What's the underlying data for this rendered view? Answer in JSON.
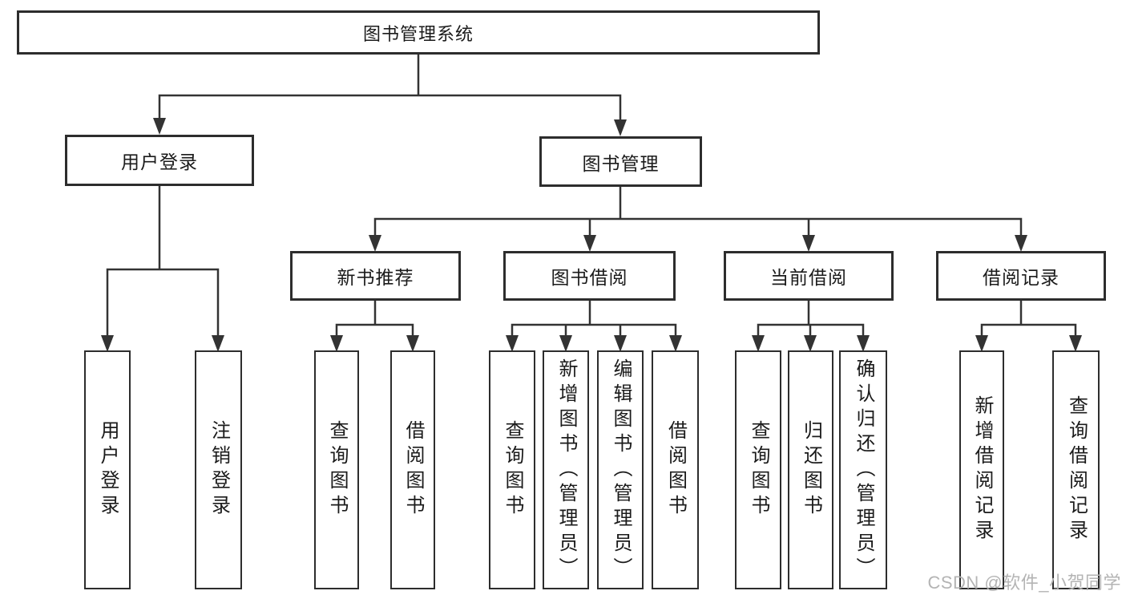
{
  "diagram": {
    "root": {
      "label": "图书管理系统"
    },
    "level2": [
      {
        "id": "user-login",
        "label": "用户登录"
      },
      {
        "id": "book-management",
        "label": "图书管理"
      }
    ],
    "level3": [
      {
        "id": "new-book-recommend",
        "label": "新书推荐"
      },
      {
        "id": "book-borrowing",
        "label": "图书借阅"
      },
      {
        "id": "current-borrowing",
        "label": "当前借阅"
      },
      {
        "id": "borrowing-records",
        "label": "借阅记录"
      }
    ],
    "leaves": {
      "user_login": [
        {
          "label": "用户登录"
        },
        {
          "label": "注销登录"
        }
      ],
      "new_book": [
        {
          "label": "查询图书"
        },
        {
          "label": "借阅图书"
        }
      ],
      "book_borrow": [
        {
          "label": "查询图书"
        },
        {
          "label": "新增图书（管理员）"
        },
        {
          "label": "编辑图书（管理员）"
        },
        {
          "label": "借阅图书"
        }
      ],
      "current_borrow": [
        {
          "label": "查询图书"
        },
        {
          "label": "归还图书"
        },
        {
          "label": "确认归还（管理员）"
        }
      ],
      "borrow_record": [
        {
          "label": "新增借阅记录"
        },
        {
          "label": "查询借阅记录"
        }
      ]
    }
  },
  "watermark": {
    "text": "CSDN @软件_小贺同学",
    "color": "#b4b4b4"
  },
  "colors": {
    "line": "#333333",
    "box_border": "#2d2d2d",
    "box_fill": "#ffffff",
    "text": "#1b1b1b",
    "background": "#ffffff"
  }
}
